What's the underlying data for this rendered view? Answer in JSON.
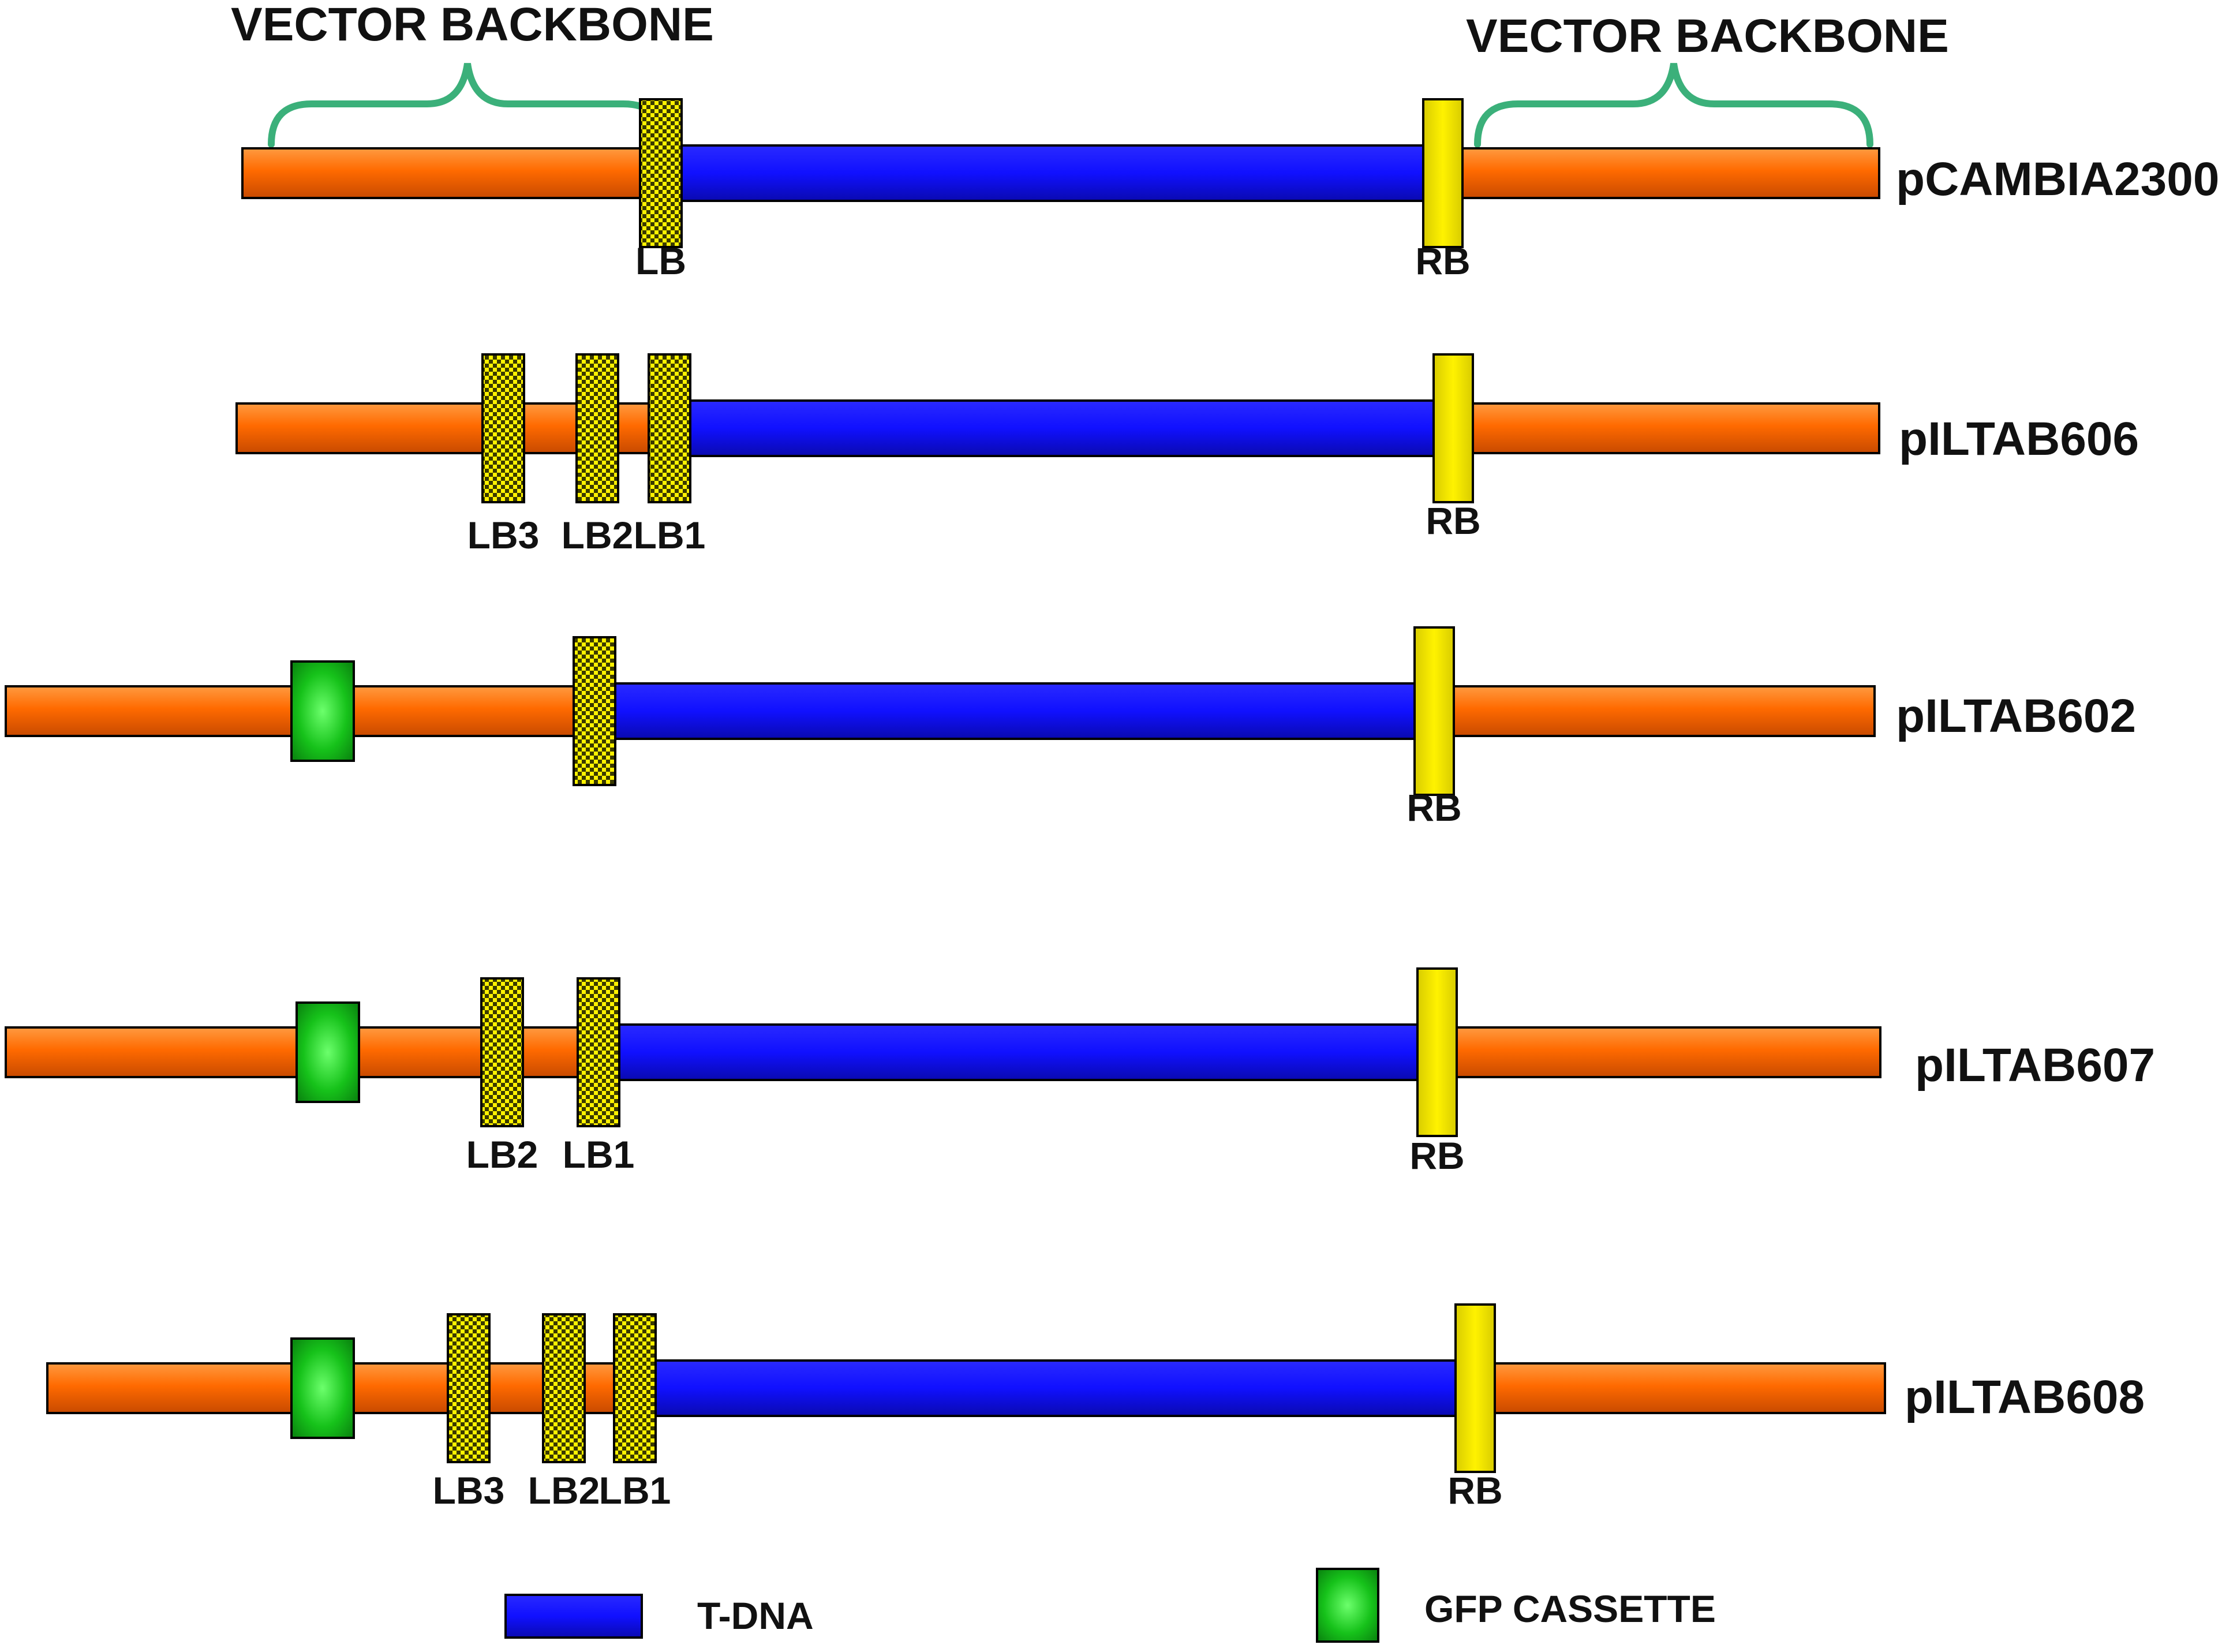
{
  "colors": {
    "backbone": "#ff6a00",
    "tdna": "#1010ff",
    "lb_border": "#fff200",
    "rb": "#fff200",
    "gfp": "#16c21a",
    "bracket": "#3bb07a"
  },
  "headers": {
    "left": "VECTOR BACKBONE",
    "right": "VECTOR BACKBONE"
  },
  "vectors": [
    {
      "name": "pCAMBIA2300",
      "gfp": false,
      "left_borders": [
        "LB"
      ],
      "right_border": "RB"
    },
    {
      "name": "pILTAB606",
      "gfp": false,
      "left_borders": [
        "LB3",
        "LB2",
        "LB1"
      ],
      "right_border": "RB"
    },
    {
      "name": "pILTAB602",
      "gfp": true,
      "left_borders": [
        ""
      ],
      "right_border": "RB"
    },
    {
      "name": "pILTAB607",
      "gfp": true,
      "left_borders": [
        "LB2",
        "LB1"
      ],
      "right_border": "RB"
    },
    {
      "name": "pILTAB608",
      "gfp": true,
      "left_borders": [
        "LB3",
        "LB2",
        "LB1"
      ],
      "right_border": "RB"
    }
  ],
  "legend": {
    "tdna_label": "T-DNA",
    "gfp_label": "GFP CASSETTE"
  }
}
